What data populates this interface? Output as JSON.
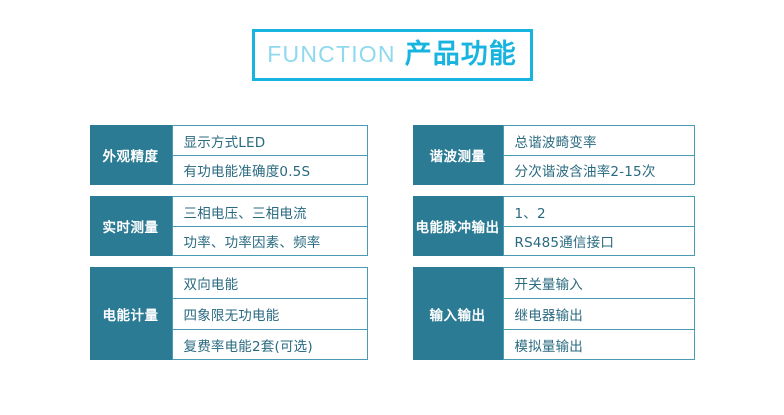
{
  "header": {
    "english": "FUNCTION",
    "chinese": "产品功能",
    "border_color": "#17b4e0",
    "english_color": "#8fd9ef",
    "chinese_color": "#17b4e0"
  },
  "theme": {
    "label_bg": "#2b7b94",
    "row_border": "#4a9ab3",
    "row_text": "#2a6a80",
    "page_bg": "#ffffff"
  },
  "columns": [
    {
      "side": "left",
      "groups": [
        {
          "label": "外观精度",
          "items": [
            "显示方式LED",
            "有功电能准确度0.5S"
          ]
        },
        {
          "label": "实时测量",
          "items": [
            "三相电压、三相电流",
            "功率、功率因素、频率"
          ]
        },
        {
          "label": "电能计量",
          "items": [
            "双向电能",
            "四象限无功电能",
            "复费率电能2套(可选)"
          ]
        }
      ]
    },
    {
      "side": "right",
      "groups": [
        {
          "label": "谐波测量",
          "items": [
            "总谐波畸变率",
            "分次谐波含油率2-15次"
          ]
        },
        {
          "label": "电能脉冲输出",
          "items": [
            "1、2",
            "RS485通信接口"
          ]
        },
        {
          "label": "输入输出",
          "items": [
            "开关量输入",
            "继电器输出",
            "模拟量输出"
          ]
        }
      ]
    }
  ]
}
